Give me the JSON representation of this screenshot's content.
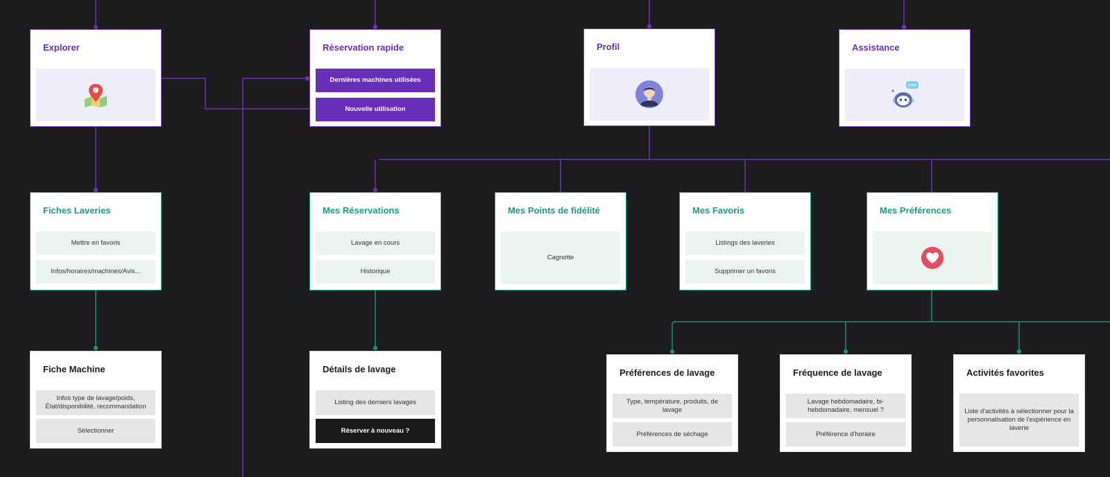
{
  "colors": {
    "background": "#1c1b1d",
    "purple_accent": "#6a2fb8",
    "green_accent": "#17a083",
    "connector_purple": "#6a32b0",
    "connector_green": "#1b8f78"
  },
  "explorer": {
    "title": "Explorer",
    "icon": "map-pin-icon"
  },
  "reservation": {
    "title": "Réservation rapide",
    "btn_last": "Dernières machines utilisées",
    "btn_new": "Nouvelle utilisation"
  },
  "profil": {
    "title": "Profil",
    "icon": "user-avatar-icon"
  },
  "assistance": {
    "title": "Assistance",
    "icon": "chatbot-icon"
  },
  "fiches_laveries": {
    "title": "Fiches Laveries",
    "items": [
      "Mettre en favoris",
      "Infos/horaires/machines/Avis..."
    ]
  },
  "mes_reservations": {
    "title": "Mes Réservations",
    "items": [
      "Lavage en cours",
      "Historique"
    ]
  },
  "points_fidelite": {
    "title": "Mes Points de fidélité",
    "item": "Cagnotte"
  },
  "mes_favoris": {
    "title": "Mes Favoris",
    "items": [
      "Listings des laveries",
      "Supprimer un favoris"
    ]
  },
  "mes_preferences": {
    "title": "Mes Préférences",
    "icon": "heart-icon"
  },
  "fiche_machine": {
    "title": "Fiche Machine",
    "items": [
      "Infos type de lavage/poids, État/disponibilité, recommandation",
      "Sélectionner"
    ]
  },
  "details_lavage": {
    "title": "Détails de lavage",
    "item": "Listing des derniers lavages",
    "btn_reserve": "Réserver à nouveau ?"
  },
  "pref_lavage": {
    "title": "Préférences de lavage",
    "items": [
      "Type, température, produits, de lavage",
      "Préférences de séchage"
    ]
  },
  "frequence_lavage": {
    "title": "Fréquence de lavage",
    "items": [
      "Lavage hebdomadaire, bi-hebdomadaire, mensuel ?",
      "Préférence d'horaire"
    ]
  },
  "activites_favorites": {
    "title": "Activités favorites",
    "item": "Liste d'activités à sélectionner pour la personnalisation de l'expérience en laverie"
  }
}
